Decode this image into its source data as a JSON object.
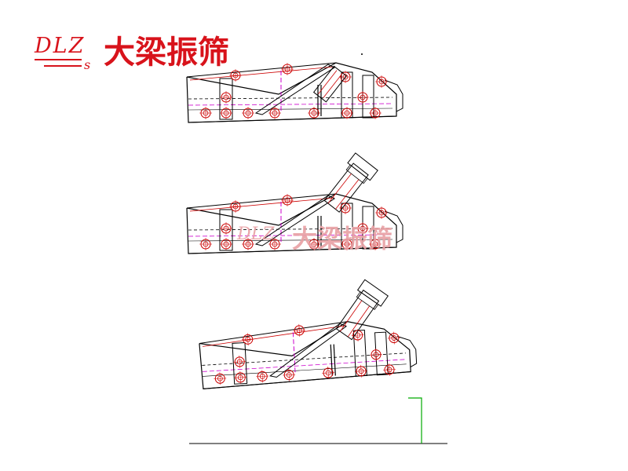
{
  "logo": {
    "mark_main": "DLZ",
    "mark_sub": "s",
    "brand_name": "大梁振筛",
    "color": "#d8131b"
  },
  "watermark": {
    "mark_main": "DLZ",
    "brand_name": "大梁振筛",
    "color": "#e8a0a4"
  },
  "drawing": {
    "line_color": "#000000",
    "detail_color": "#cc0000",
    "center_line_color": "#cc00cc",
    "ground_color": "#000000",
    "support_color": "#00aa00",
    "views": [
      {
        "id": "screen-view-1",
        "exciter": "retracted"
      },
      {
        "id": "screen-view-2",
        "exciter": "raised"
      },
      {
        "id": "screen-view-3",
        "exciter": "raised",
        "tilted": true
      }
    ]
  }
}
